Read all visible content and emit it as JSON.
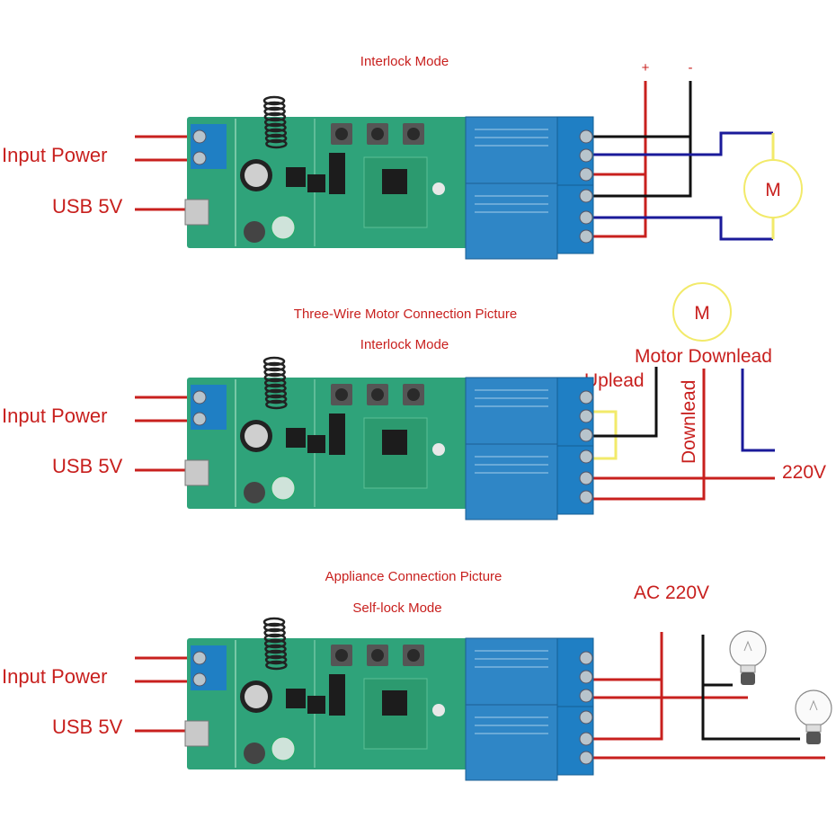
{
  "colors": {
    "text": "#c8201e",
    "red_wire": "#c8201e",
    "black_wire": "#111111",
    "blue_wire": "#1a1a9a",
    "yellow_wire": "#f2ea6a",
    "pcb": "#2fa37a",
    "relay": "#2f86c6",
    "terminal": "#1f7fc4"
  },
  "panels": [
    {
      "title": "Interlock Mode",
      "input_power_label": "Input Power",
      "usb_label": "USB 5V",
      "plus_label": "+",
      "minus_label": "-",
      "motor_label": "M"
    },
    {
      "title": "Three-Wire Motor Connection Picture",
      "subtitle": "Interlock Mode",
      "input_power_label": "Input Power",
      "usb_label": "USB 5V",
      "motor_label": "M",
      "motor_downlead_label": "Motor Downlead",
      "uplead_label": "Uplead",
      "downlead_label": "Downlead",
      "voltage_label": "220V"
    },
    {
      "title": "Appliance Connection Picture",
      "subtitle": "Self-lock Mode",
      "input_power_label": "Input Power",
      "usb_label": "USB 5V",
      "voltage_label": "AC 220V"
    }
  ]
}
